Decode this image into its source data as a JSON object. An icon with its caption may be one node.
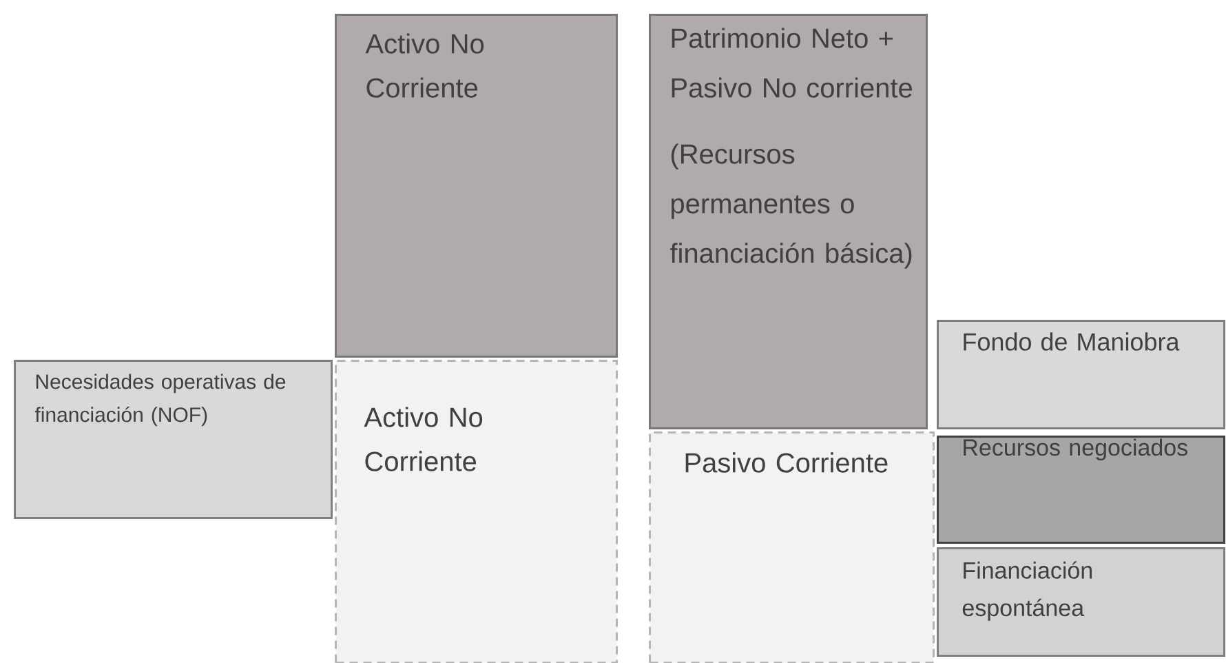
{
  "diagram": {
    "nodes": [
      {
        "text": [
          "Activo No Corriente"
        ]
      },
      {
        "text": [
          "Patrimonio Neto + Pasivo No corriente",
          "(Recursos permanentes o financiación básica)"
        ]
      },
      {
        "text": [
          "Necesidades operativas de financiación (NOF)"
        ]
      },
      {
        "text": [
          "Activo No Corriente"
        ]
      },
      {
        "text": [
          "Fondo de Maniobra"
        ]
      },
      {
        "text": [
          "Pasivo Corriente"
        ]
      },
      {
        "text": [
          "Recursos negociados"
        ]
      },
      {
        "text": [
          "Financiación espontánea"
        ]
      }
    ]
  }
}
